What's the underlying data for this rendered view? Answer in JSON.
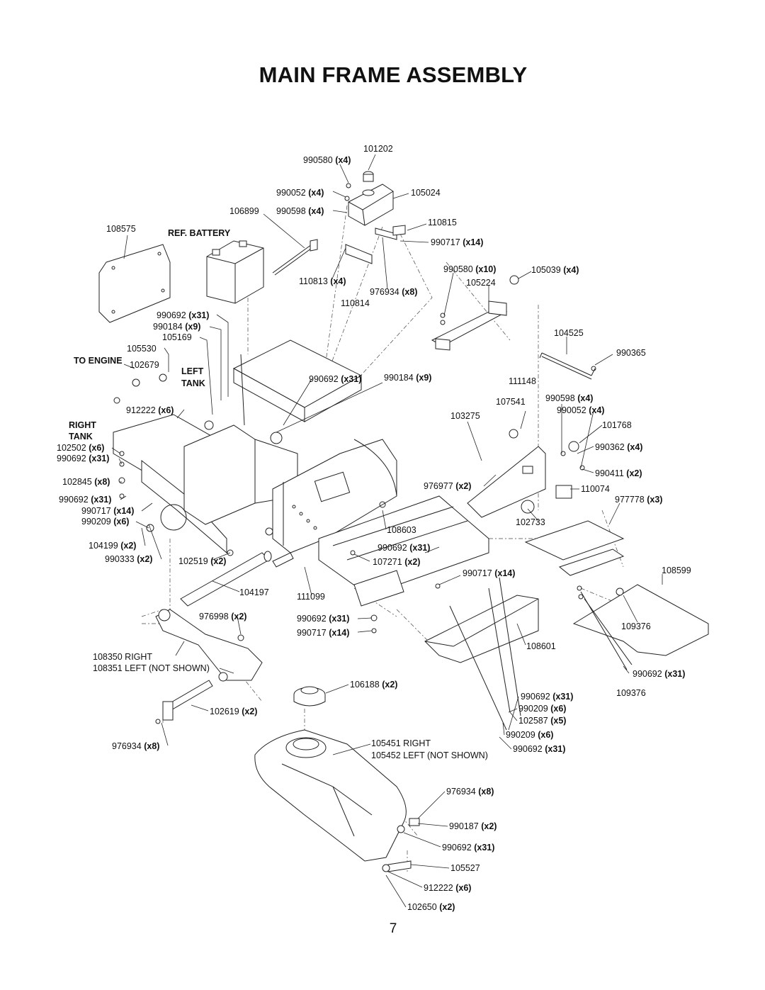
{
  "title": "MAIN FRAME ASSEMBLY",
  "page_number": "7",
  "callouts": {
    "c101202": {
      "part": "101202",
      "qty": ""
    },
    "c990580a": {
      "part": "990580",
      "qty": "(x4)"
    },
    "c990052a": {
      "part": "990052",
      "qty": "(x4)"
    },
    "c105024": {
      "part": "105024",
      "qty": ""
    },
    "c106899": {
      "part": "106899",
      "qty": ""
    },
    "c990598a": {
      "part": "990598",
      "qty": "(x4)"
    },
    "c108575": {
      "part": "108575",
      "qty": ""
    },
    "c110815": {
      "part": "110815",
      "qty": ""
    },
    "c990717a": {
      "part": "990717",
      "qty": "(x14)"
    },
    "c990580b": {
      "part": "990580",
      "qty": "(x10)"
    },
    "c105039": {
      "part": "105039",
      "qty": "(x4)"
    },
    "c110813": {
      "part": "110813",
      "qty": "(x4)"
    },
    "c976934a": {
      "part": "976934",
      "qty": "(x8)"
    },
    "c105224": {
      "part": "105224",
      "qty": ""
    },
    "c110814": {
      "part": "110814",
      "qty": ""
    },
    "c990692a": {
      "part": "990692",
      "qty": "(x31)"
    },
    "c990184a": {
      "part": "990184",
      "qty": "(x9)"
    },
    "c105169": {
      "part": "105169",
      "qty": ""
    },
    "c104525": {
      "part": "104525",
      "qty": ""
    },
    "c105530": {
      "part": "105530",
      "qty": ""
    },
    "c990365": {
      "part": "990365",
      "qty": ""
    },
    "c102679": {
      "part": "102679",
      "qty": ""
    },
    "c990692b": {
      "part": "990692",
      "qty": "(x31)"
    },
    "c990184b": {
      "part": "990184",
      "qty": "(x9)"
    },
    "c111148": {
      "part": "111148",
      "qty": ""
    },
    "c107541": {
      "part": "107541",
      "qty": ""
    },
    "c990598b": {
      "part": "990598",
      "qty": "(x4)"
    },
    "c912222a": {
      "part": "912222",
      "qty": "(x6)"
    },
    "c103275": {
      "part": "103275",
      "qty": ""
    },
    "c990052b": {
      "part": "990052",
      "qty": "(x4)"
    },
    "c101768": {
      "part": "101768",
      "qty": ""
    },
    "c102502": {
      "part": "102502",
      "qty": "(x6)"
    },
    "c990362": {
      "part": "990362",
      "qty": "(x4)"
    },
    "c990692c": {
      "part": "990692",
      "qty": "(x31)"
    },
    "c990411": {
      "part": "990411",
      "qty": "(x2)"
    },
    "c102845": {
      "part": "102845",
      "qty": "(x8)"
    },
    "c976977": {
      "part": "976977",
      "qty": "(x2)"
    },
    "c110074": {
      "part": "110074",
      "qty": ""
    },
    "c990692d": {
      "part": "990692",
      "qty": "(x31)"
    },
    "c977778": {
      "part": "977778",
      "qty": "(x3)"
    },
    "c990717b": {
      "part": "990717",
      "qty": "(x14)"
    },
    "c990209a": {
      "part": "990209",
      "qty": "(x6)"
    },
    "c102733": {
      "part": "102733",
      "qty": ""
    },
    "c108603": {
      "part": "108603",
      "qty": ""
    },
    "c104199": {
      "part": "104199",
      "qty": "(x2)"
    },
    "c990692e": {
      "part": "990692",
      "qty": "(x31)"
    },
    "c990333": {
      "part": "990333",
      "qty": "(x2)"
    },
    "c102519": {
      "part": "102519",
      "qty": "(x2)"
    },
    "c107271": {
      "part": "107271",
      "qty": "(x2)"
    },
    "c990717c": {
      "part": "990717",
      "qty": "(x14)"
    },
    "c108599": {
      "part": "108599",
      "qty": ""
    },
    "c104197": {
      "part": "104197",
      "qty": ""
    },
    "c111099": {
      "part": "111099",
      "qty": ""
    },
    "c976998": {
      "part": "976998",
      "qty": "(x2)"
    },
    "c990692f": {
      "part": "990692",
      "qty": "(x31)"
    },
    "c109376a": {
      "part": "109376",
      "qty": ""
    },
    "c990717d": {
      "part": "990717",
      "qty": "(x14)"
    },
    "c108601": {
      "part": "108601",
      "qty": ""
    },
    "c990692g": {
      "part": "990692",
      "qty": "(x31)"
    },
    "c109376b": {
      "part": "109376",
      "qty": ""
    },
    "c106188": {
      "part": "106188",
      "qty": "(x2)"
    },
    "c990692h": {
      "part": "990692",
      "qty": "(x31)"
    },
    "c990209b": {
      "part": "990209",
      "qty": "(x6)"
    },
    "c102587": {
      "part": "102587",
      "qty": "(x5)"
    },
    "c102619": {
      "part": "102619",
      "qty": "(x2)"
    },
    "c990209c": {
      "part": "990209",
      "qty": "(x6)"
    },
    "c976934b": {
      "part": "976934",
      "qty": "(x8)"
    },
    "c990692i": {
      "part": "990692",
      "qty": "(x31)"
    },
    "c976934c": {
      "part": "976934",
      "qty": "(x8)"
    },
    "c990187": {
      "part": "990187",
      "qty": "(x2)"
    },
    "c990692j": {
      "part": "990692",
      "qty": "(x31)"
    },
    "c105527": {
      "part": "105527",
      "qty": ""
    },
    "c912222b": {
      "part": "912222",
      "qty": "(x6)"
    },
    "c102650": {
      "part": "102650",
      "qty": "(x2)"
    }
  },
  "labels": {
    "ref_battery": "REF. BATTERY",
    "to_engine": "TO ENGINE",
    "left_tank_1": "LEFT",
    "left_tank_2": "TANK",
    "right_tank_1": "RIGHT",
    "right_tank_2": "TANK",
    "l108350": "108350 RIGHT",
    "l108351": "108351 LEFT (NOT SHOWN)",
    "l105451": "105451 RIGHT",
    "l105452": "105452 LEFT (NOT SHOWN)"
  }
}
